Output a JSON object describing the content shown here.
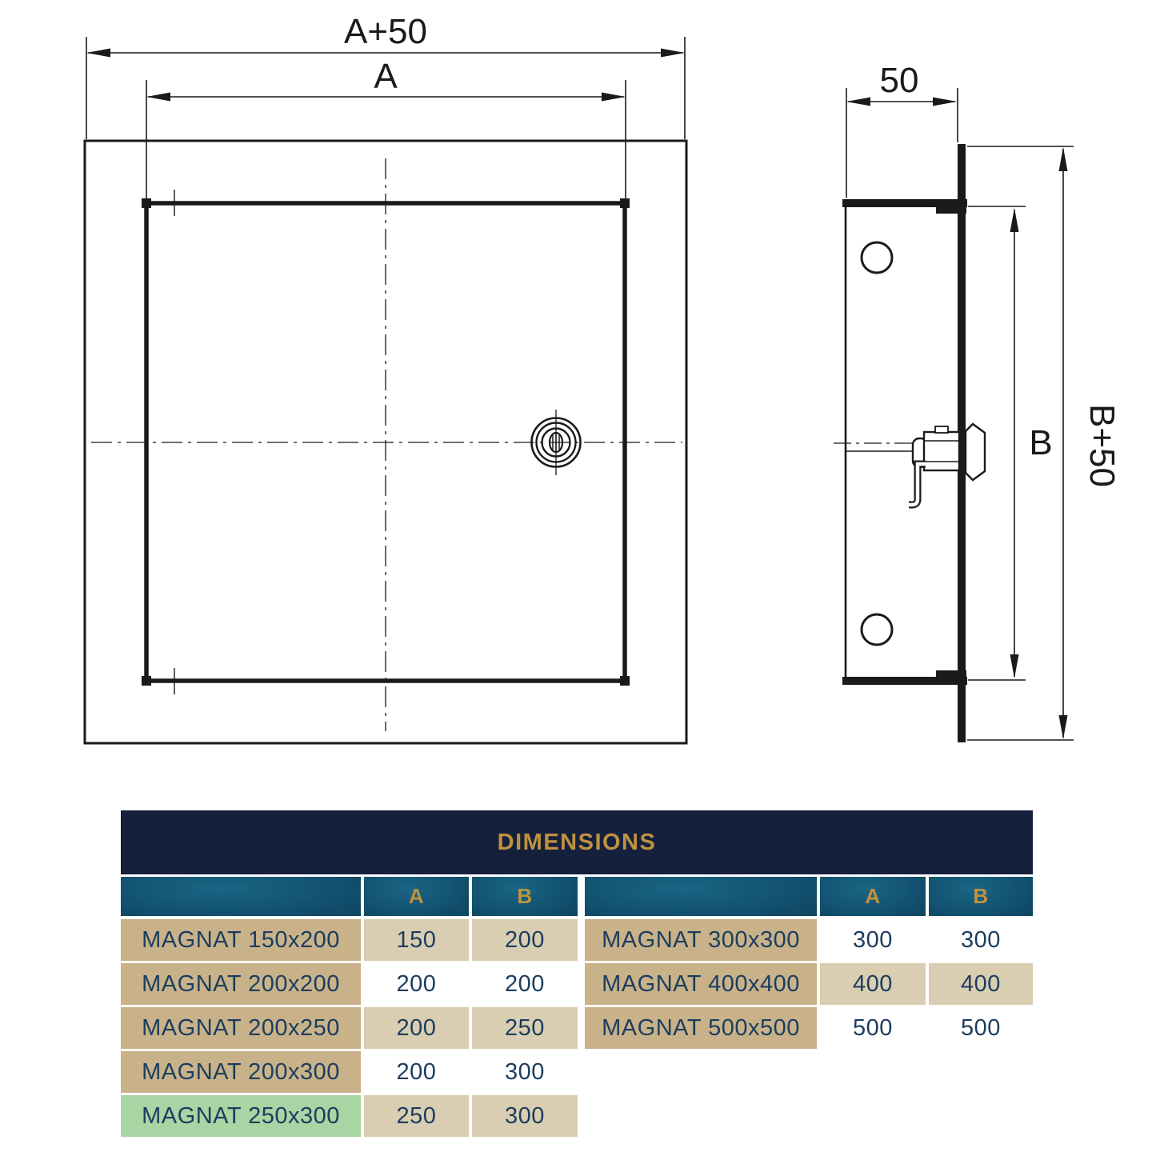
{
  "drawing": {
    "front": {
      "dim_outer": "A+50",
      "dim_inner": "A"
    },
    "side": {
      "dim_depth": "50",
      "dim_inner": "B",
      "dim_outer": "B+50"
    }
  },
  "table": {
    "title": "DIMENSIONS",
    "headers": {
      "a": "A",
      "b": "B"
    },
    "left": [
      {
        "name": "MAGNAT 150x200",
        "a": "150",
        "b": "200"
      },
      {
        "name": "MAGNAT 200x200",
        "a": "200",
        "b": "200"
      },
      {
        "name": "MAGNAT 200x250",
        "a": "200",
        "b": "250"
      },
      {
        "name": "MAGNAT 200x300",
        "a": "200",
        "b": "300"
      },
      {
        "name": "MAGNAT 250x300",
        "a": "250",
        "b": "300"
      }
    ],
    "right": [
      {
        "name": "MAGNAT 300x300",
        "a": "300",
        "b": "300"
      },
      {
        "name": "MAGNAT 400x400",
        "a": "400",
        "b": "400"
      },
      {
        "name": "MAGNAT 500x500",
        "a": "500",
        "b": "500"
      }
    ]
  },
  "colors": {
    "navy": "#15203D",
    "teal": "#11506E",
    "gold": "#C0923F",
    "tan": "#C9B28A",
    "tan_light": "#D9CDB2",
    "green": "#A7D5A3",
    "text_navy": "#1B3D5E",
    "line": "#1a1a1a"
  }
}
